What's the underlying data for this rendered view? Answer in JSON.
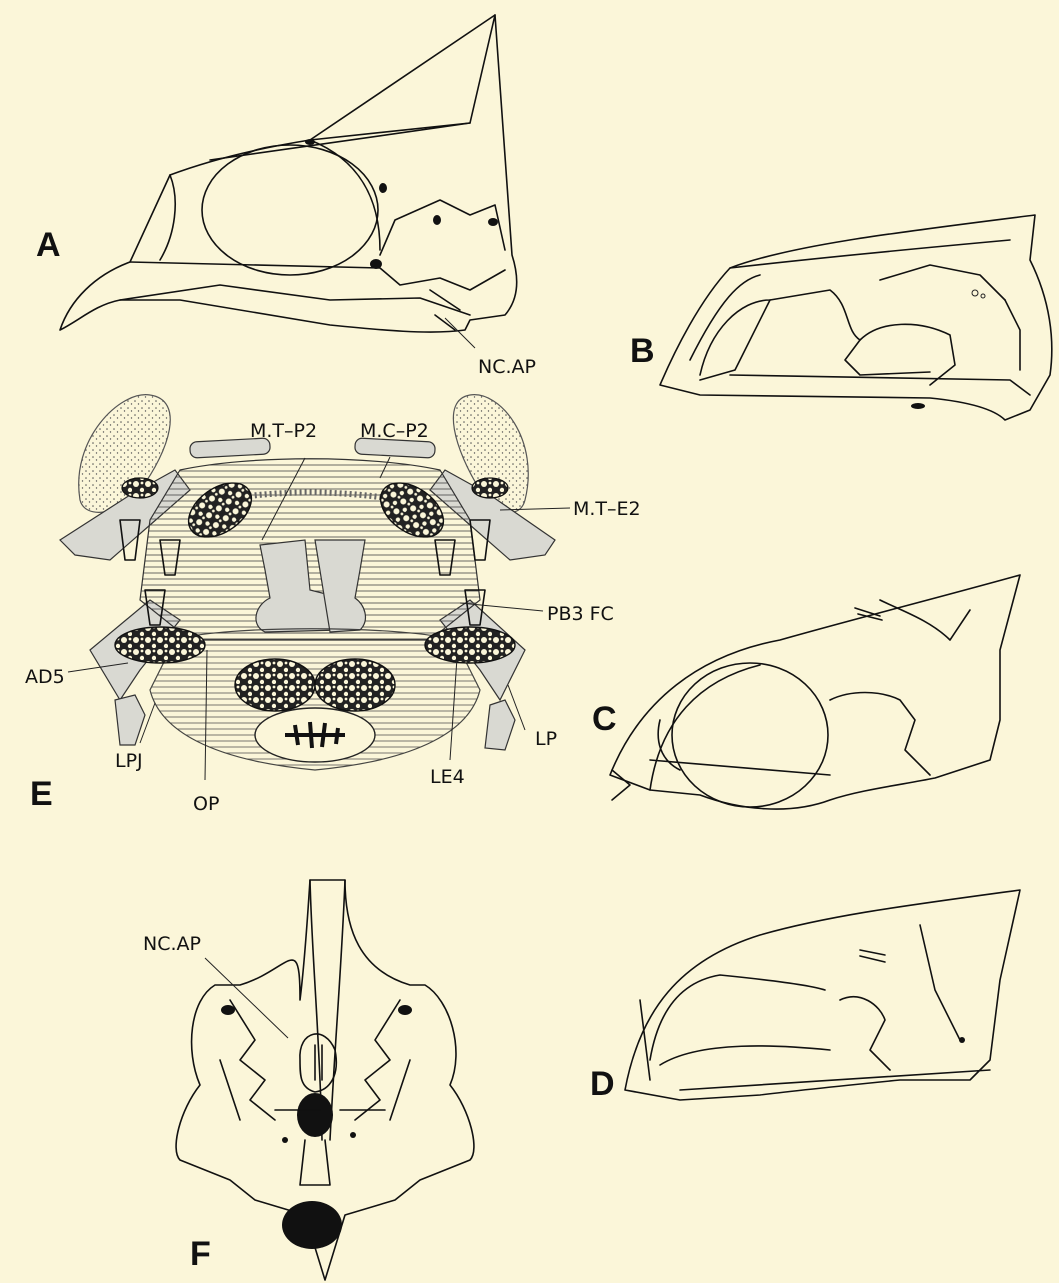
{
  "panels": {
    "a": "A",
    "b": "B",
    "c": "C",
    "d": "D",
    "e": "E",
    "f": "F"
  },
  "labels": {
    "nc_ap_a": "NC.AP",
    "mt_p2": "M.T–P2",
    "mc_p2": "M.C–P2",
    "mt_e2": "M.T–E2",
    "pb3fc": "PB3 FC",
    "ad5": "AD5",
    "lp": "LP",
    "lpj": "LPJ",
    "op": "OP",
    "le4": "LE4",
    "nc_ap_f": "NC.AP"
  }
}
